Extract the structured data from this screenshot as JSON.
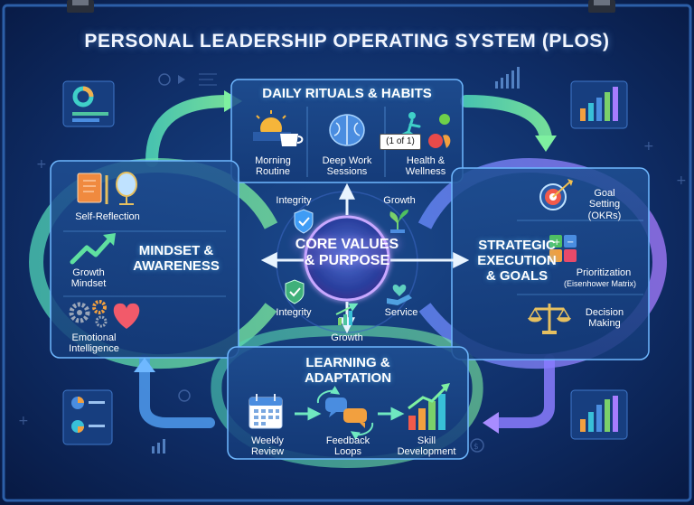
{
  "title": "PERSONAL LEADERSHIP OPERATING SYSTEM (PLOS)",
  "colors": {
    "background": "#0b1e4a",
    "panel_border": "#6fb8ff",
    "green_arrow": "#5fe0b0",
    "purple_arrow": "#9a7cff",
    "core_glow": "#b890ff"
  },
  "core": {
    "label": "CORE VALUES & PURPOSE"
  },
  "core_values": {
    "top_left": "Integrity",
    "top_right": "Growth",
    "bottom_left": "Integrity",
    "bottom_right": "Service",
    "bottom_center": "Growth"
  },
  "daily": {
    "title": "DAILY RITUALS & HABITS",
    "badge": "(1 of 1)",
    "items": [
      {
        "label": "Morning Routine",
        "icon": "sunrise-coffee-icon"
      },
      {
        "label": "Deep Work Sessions",
        "icon": "brain-icon"
      },
      {
        "label": "Health & Wellness",
        "icon": "runner-fruit-icon"
      }
    ]
  },
  "mindset": {
    "title": "MINDSET & AWARENESS",
    "items": [
      {
        "label": "Self-Reflection",
        "icon": "journal-mirror-icon"
      },
      {
        "label": "Growth Mindset",
        "icon": "trend-arrow-icon"
      },
      {
        "label": "Emotional Intelligence",
        "icon": "gears-heart-icon"
      }
    ]
  },
  "strategic": {
    "title": "STRATEGIC EXECUTION & GOALS",
    "items": [
      {
        "label": "Goal Setting (OKRs)",
        "icon": "target-icon"
      },
      {
        "label": "Prioritization",
        "sub": "(Eisenhower Matrix)",
        "icon": "matrix-icon"
      },
      {
        "label": "Decision Making",
        "icon": "scales-icon"
      }
    ]
  },
  "learning": {
    "title": "LEARNING & ADAPTATION",
    "items": [
      {
        "label": "Weekly Review",
        "icon": "calendar-icon"
      },
      {
        "label": "Feedback Loops",
        "icon": "chat-bubbles-icon"
      },
      {
        "label": "Skill Development",
        "icon": "bar-growth-icon"
      }
    ]
  },
  "decor": {
    "icons": [
      "donut-chart-icon",
      "bar-chart-icon",
      "pie-chart-icon",
      "gear-icon",
      "dollar-icon",
      "play-icon"
    ]
  }
}
